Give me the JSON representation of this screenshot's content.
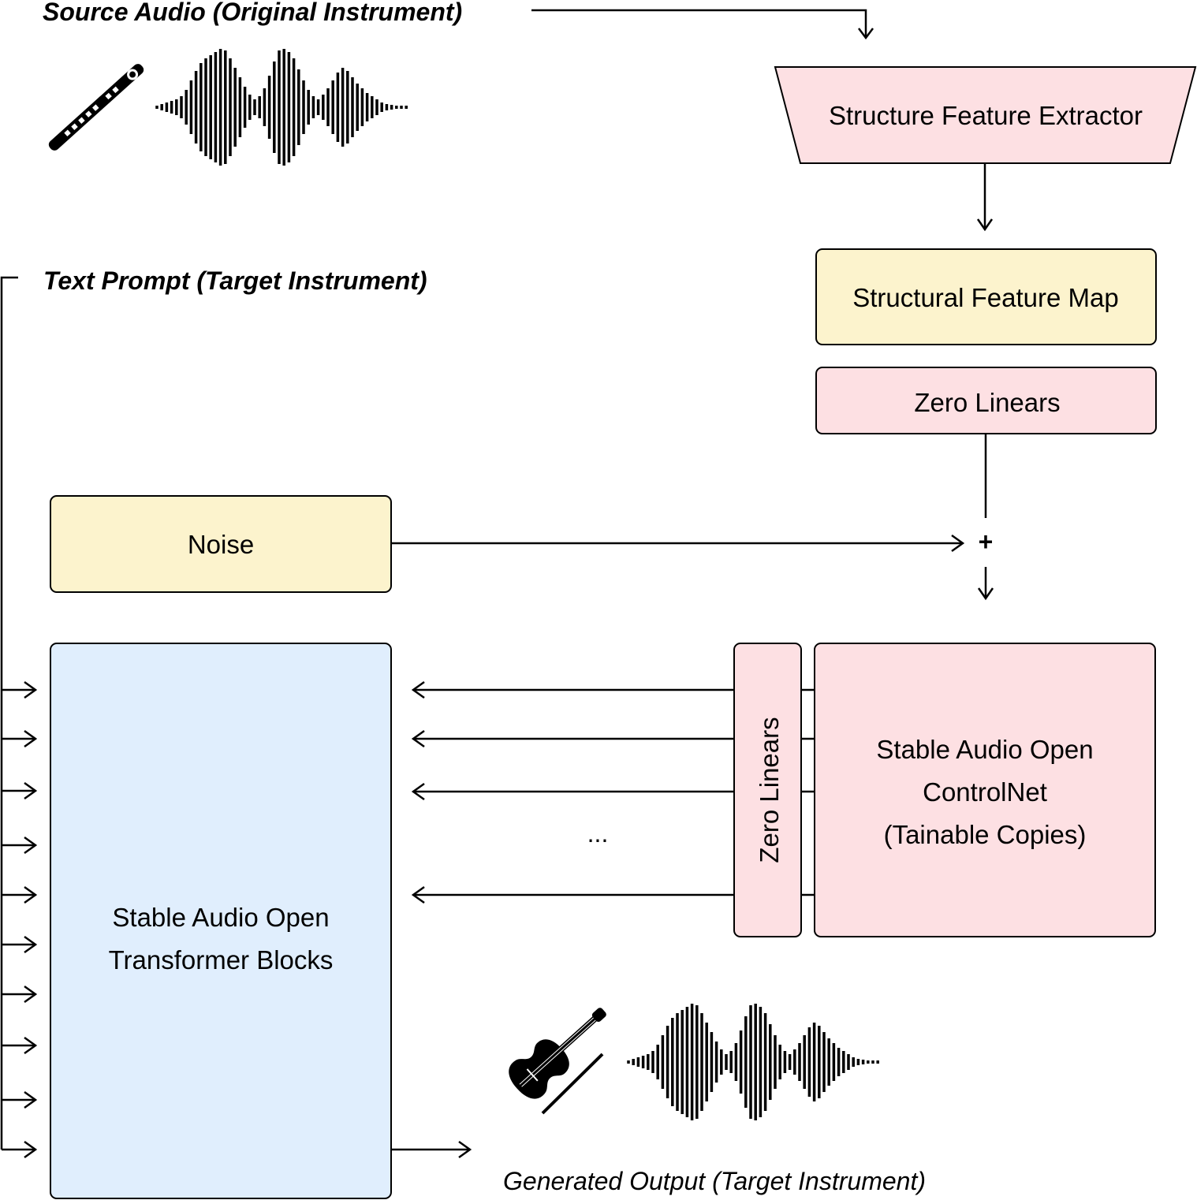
{
  "labels": {
    "source_audio": "Source Audio (Original Instrument)",
    "text_prompt": "Text Prompt (Target Instrument)",
    "generated_output": "Generated Output (Target Instrument)"
  },
  "nodes": {
    "feature_extractor": "Structure Feature Extractor",
    "feature_map": "Structural Feature Map",
    "zero_linears_top": "Zero Linears",
    "noise": "Noise",
    "plus": "+",
    "zero_linears_vertical": "Zero Linears",
    "controlnet_line1": "Stable Audio Open",
    "controlnet_line2": "ControlNet",
    "controlnet_line3": "(Tainable Copies)",
    "transformer_line1": "Stable Audio Open",
    "transformer_line2": "Transformer Blocks",
    "ellipsis": "..."
  },
  "icons": {
    "source_instrument": "flute-icon",
    "source_waveform": "waveform-icon",
    "output_instrument": "violin-icon",
    "output_waveform": "waveform-icon"
  },
  "colors": {
    "pink": "#fde0e3",
    "yellow": "#fcf3cd",
    "blue": "#e0eefd"
  }
}
